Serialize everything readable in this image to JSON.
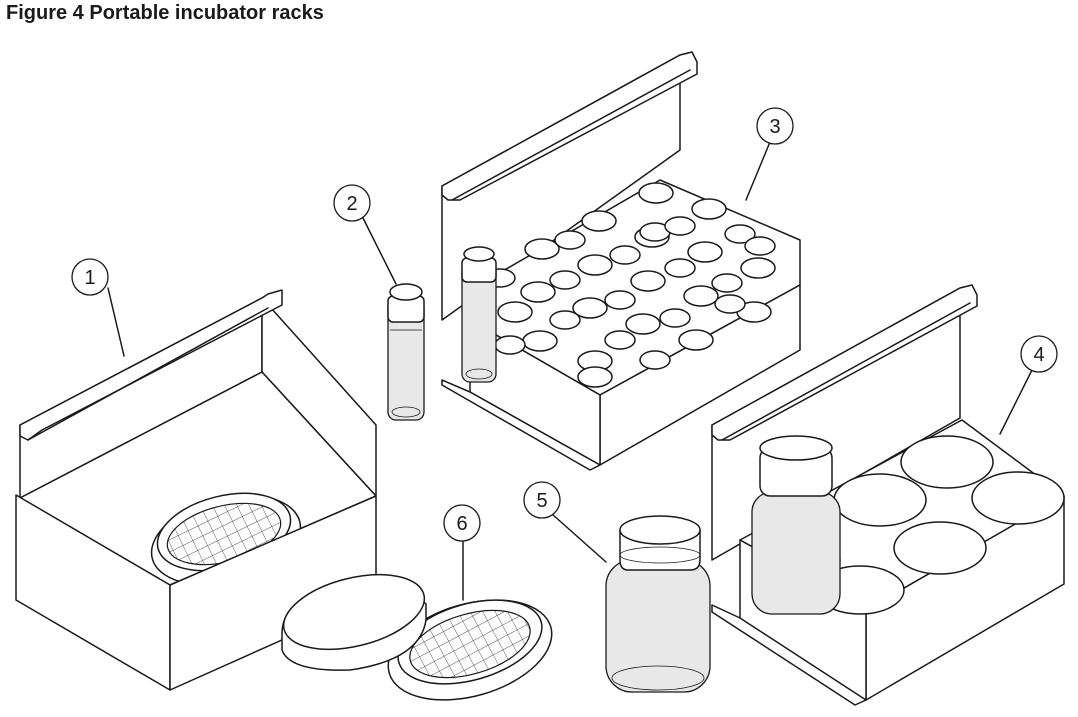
{
  "figure": {
    "title": "Figure 4  Portable incubator racks"
  },
  "callouts": [
    "1",
    "2",
    "3",
    "4",
    "5",
    "6"
  ]
}
